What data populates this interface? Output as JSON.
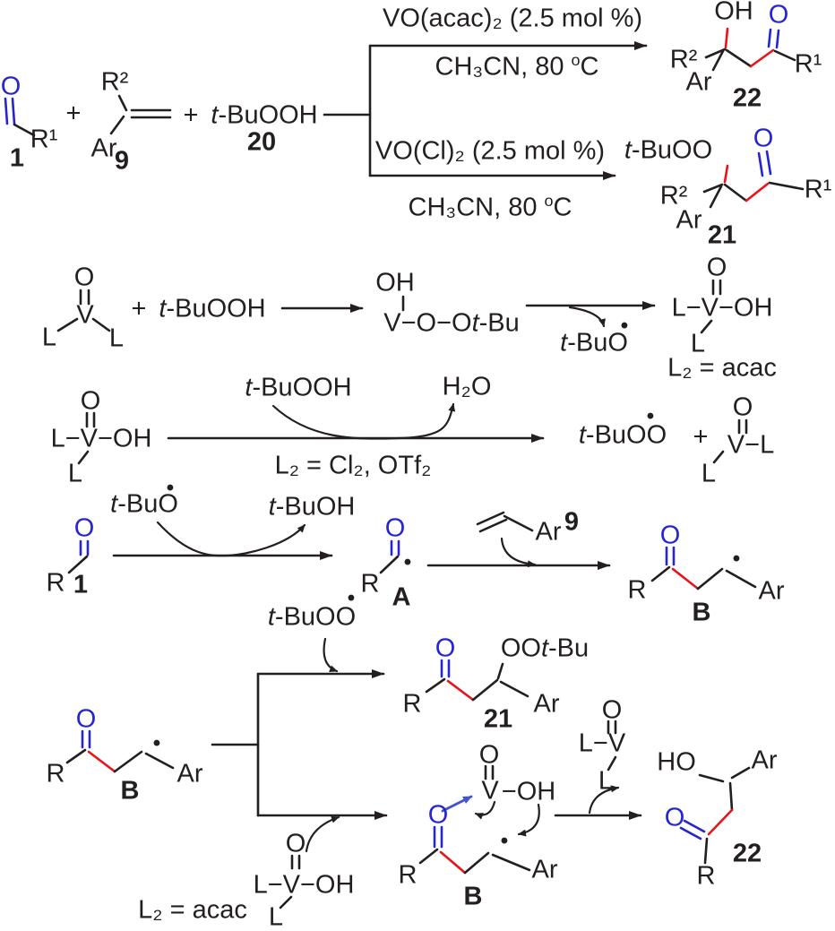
{
  "colors": {
    "black": "#231f20",
    "blue": "#2525d2",
    "red": "#e8141b",
    "arrow": "#4355cb",
    "background": "#ffffff"
  },
  "glyphs": {
    "plus": "+",
    "dot": "•",
    "t": "t"
  },
  "top": {
    "aldehyde": {
      "o": "O",
      "r1": "R¹",
      "num": "1"
    },
    "alkene": {
      "r2": "R²",
      "ar": "Ar",
      "num": "9"
    },
    "tbuooh": {
      "rest": "-BuOOH",
      "num": "20"
    },
    "path_a": {
      "catalyst": "VO(acac)₂ (2.5 mol %)",
      "solvent": "CH₃CN, 80 ",
      "deg": "o",
      "unit": "C"
    },
    "path_b": {
      "catalyst": "VO(Cl)₂ (2.5 mol %)",
      "solvent": "CH₃CN, 80 ",
      "deg": "o",
      "unit": "C"
    },
    "product22": {
      "oh": "OH",
      "o": "O",
      "r2": "R²",
      "ar": "Ar",
      "r1": "R¹",
      "num": "22"
    },
    "product21": {
      "rest": "-BuOO",
      "o": "O",
      "r2": "R²",
      "ar": "Ar",
      "r1": "R¹",
      "num": "21"
    }
  },
  "step1": {
    "catalyst": {
      "o": "O",
      "v": "V",
      "l_left": "L",
      "l_right": "L"
    },
    "tbuooh_rest": "-BuOOH",
    "intermediate": {
      "oh": "OH",
      "chain": "V−O−O",
      "bu": "-Bu"
    },
    "byproduct_rest": "-BuO",
    "product": {
      "o": "O",
      "lvoh": "L−V−OH",
      "l": "L",
      "note": "L₂ = acac"
    }
  },
  "step2": {
    "reactant": {
      "o": "O",
      "lvoh": "L−V−OH",
      "l": "L"
    },
    "tbuooh_rest": "-BuOOH",
    "water": "H₂O",
    "note": "L₂ = Cl₂, OTf₂",
    "peroxy_rest": "-BuOO",
    "product": {
      "o": "O",
      "vl": "V−L",
      "l": "L"
    }
  },
  "step3": {
    "tbuo_rest": "-BuO",
    "tbuoh_rest": "-BuOH",
    "aldehyde": {
      "o": "O",
      "r": "R",
      "num": "1"
    },
    "acyl": {
      "o": "O",
      "r": "R",
      "label": "A"
    },
    "alkene": {
      "ar": "Ar",
      "num": "9"
    },
    "radical_b": {
      "o": "O",
      "r": "R",
      "ar": "Ar",
      "label": "B"
    }
  },
  "step4": {
    "radical_b": {
      "o": "O",
      "r": "R",
      "ar": "Ar",
      "label": "B"
    },
    "peroxy_rest": "-BuOO",
    "product21": {
      "o": "O",
      "oo": "OO",
      "bu": "-Bu",
      "r": "R",
      "ar": "Ar",
      "num": "21"
    },
    "v_reagent": {
      "o": "O",
      "lvoh": "L−V−OH",
      "l": "L",
      "note": "L₂ = acac"
    },
    "complex": {
      "vo": "O",
      "v": "V",
      "oh": "−OH",
      "o": "O",
      "r": "R",
      "ar": "Ar",
      "label": "B"
    },
    "v_leaving": {
      "o": "O",
      "lv": "L−V",
      "l": "L"
    },
    "product22": {
      "ho": "HO",
      "ar": "Ar",
      "o": "O",
      "r": "R",
      "num": "22"
    }
  }
}
